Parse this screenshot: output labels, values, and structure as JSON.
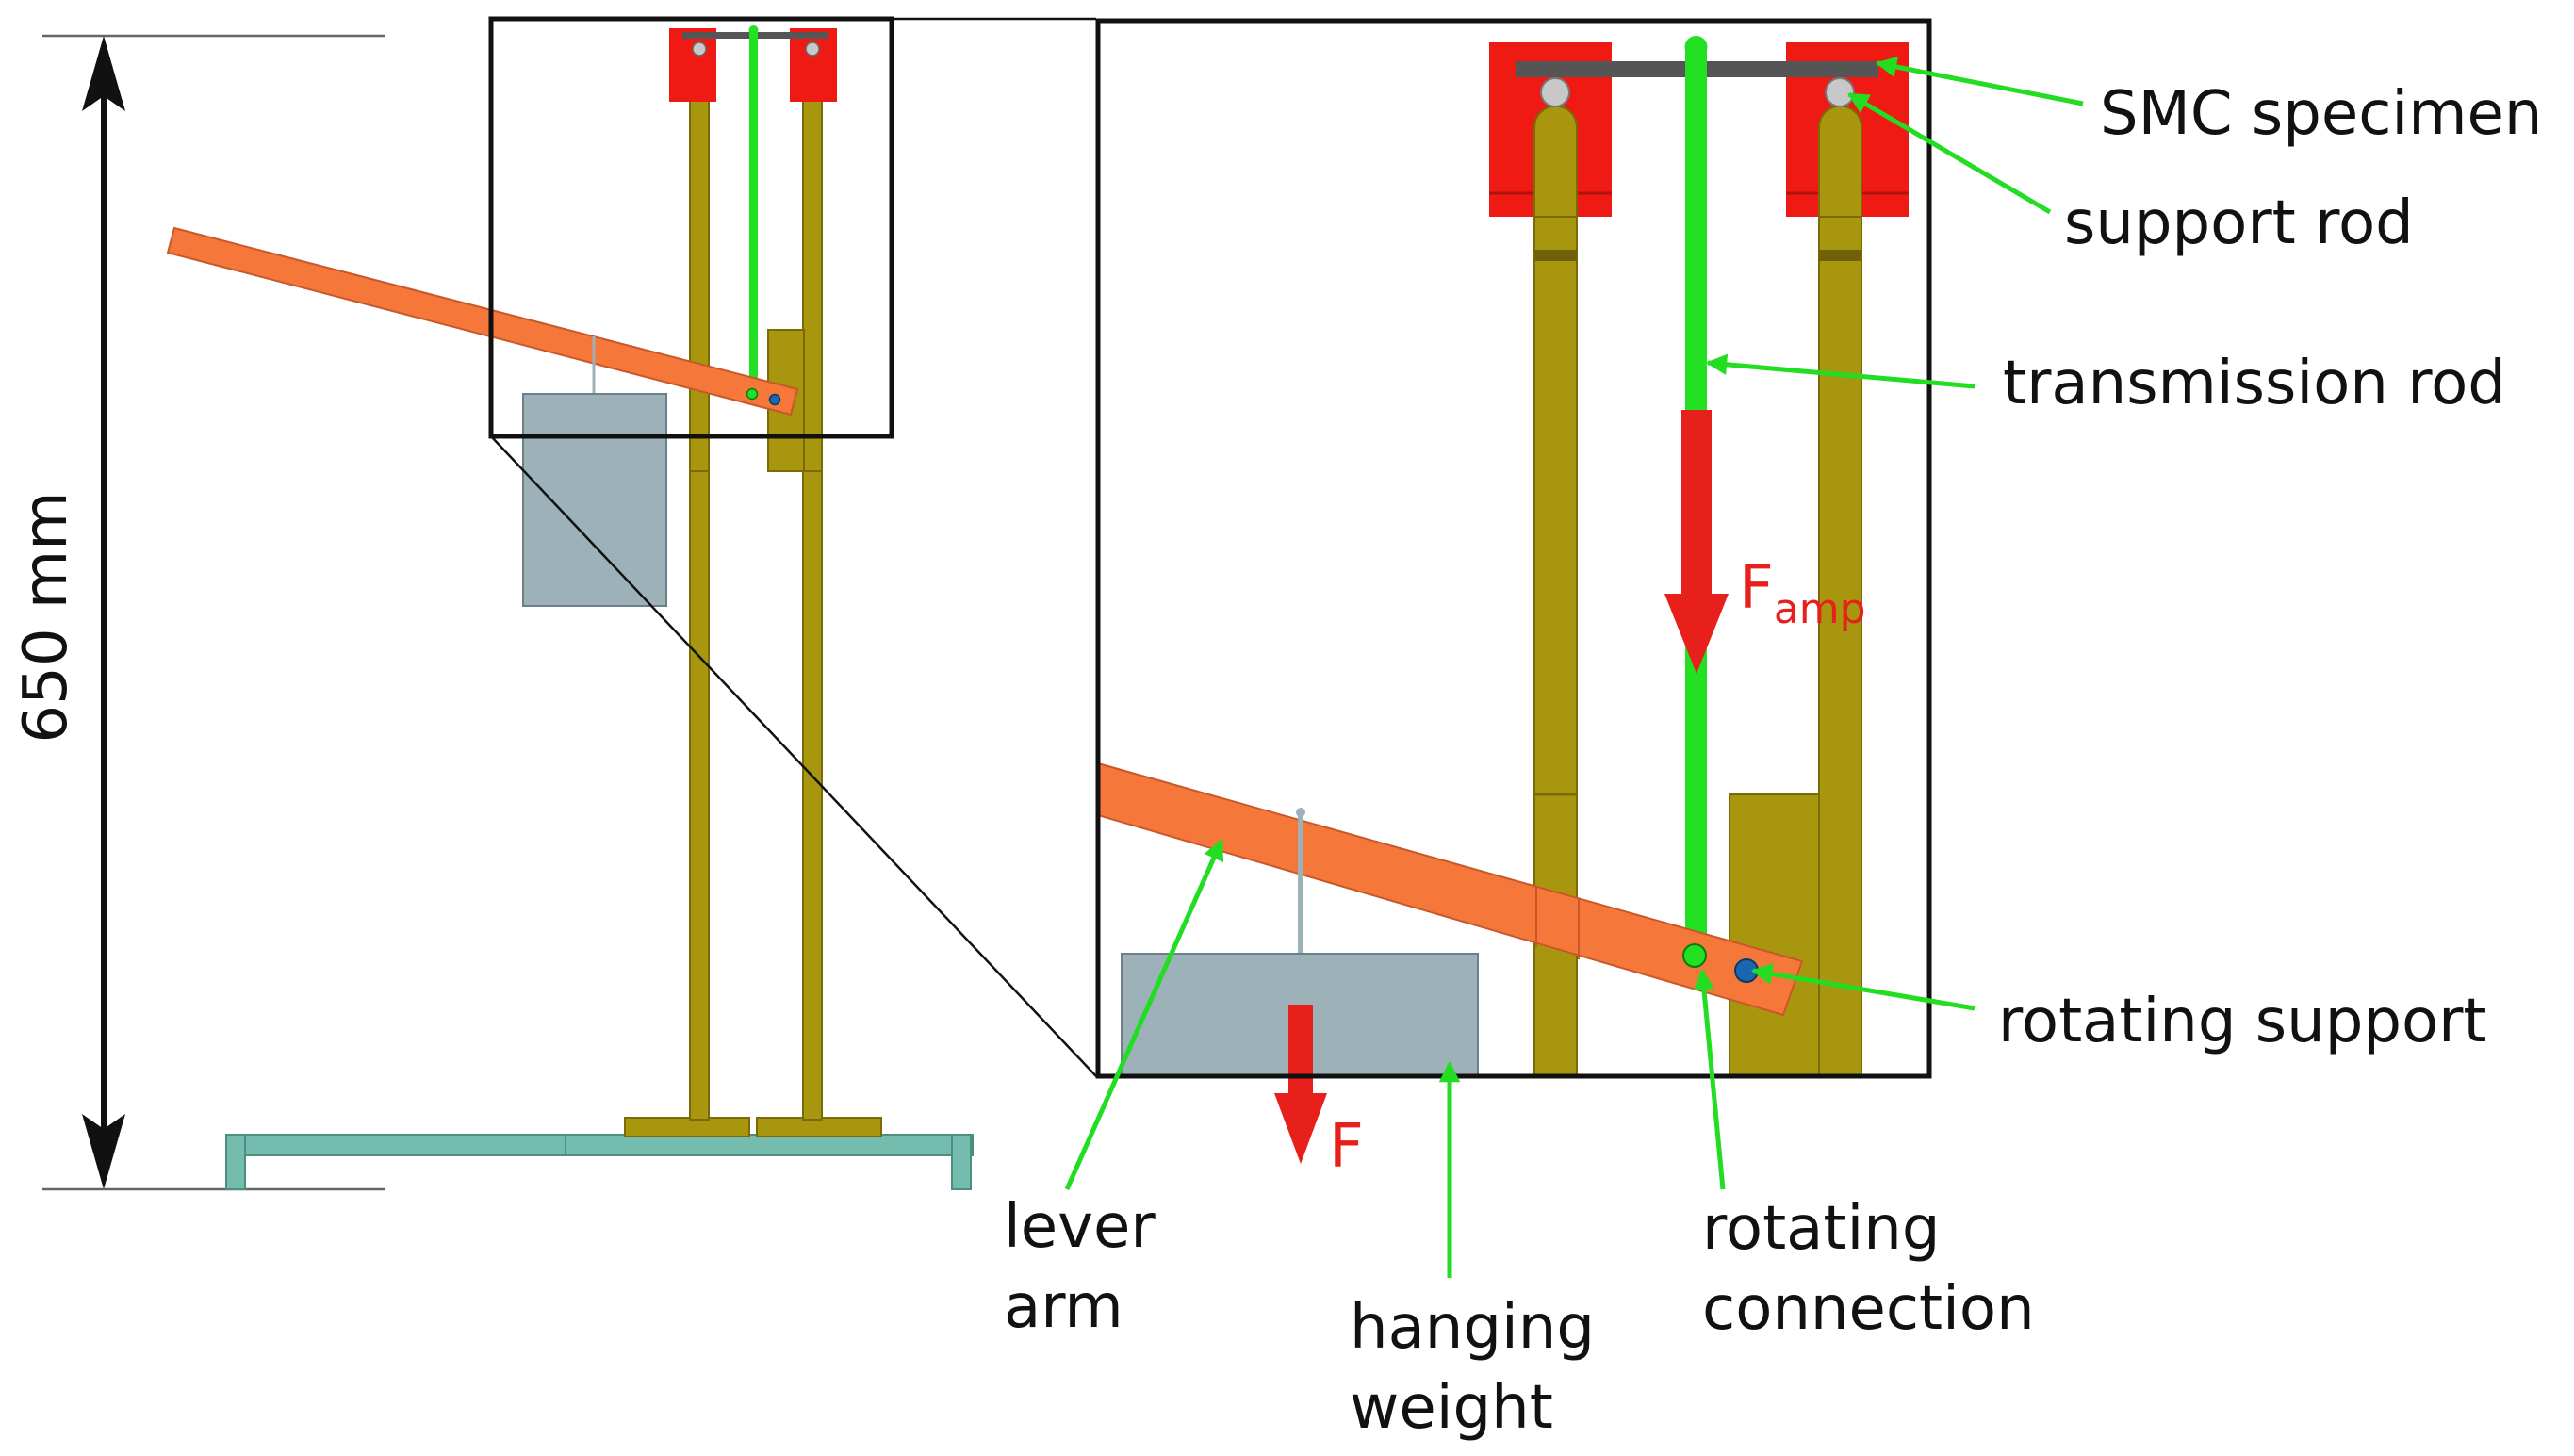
{
  "dimension": {
    "text": "650 mm"
  },
  "labels": {
    "smc_specimen": "SMC specimen",
    "support_rod": "support rod",
    "transmission_rod": "transmission rod",
    "rotating_support": "rotating support",
    "lever_arm_line1": "lever",
    "lever_arm_line2": "arm",
    "hanging_weight_line1": "hanging",
    "hanging_weight_line2": "weight",
    "rotating_connection_line1": "rotating",
    "rotating_connection_line2": "connection"
  },
  "forces": {
    "f_main": "F",
    "f_amp_main": "F",
    "f_amp_sub": "amp"
  },
  "colors": {
    "rod": "#a8960e",
    "clamp": "#ef1a14",
    "lever": "#f5783a",
    "weight": "#9db1b9",
    "base": "#74bcad",
    "transmission": "#22e022",
    "pointer": "#22dd22",
    "force_arrow": "#e8201c",
    "specimen": "#555555"
  }
}
